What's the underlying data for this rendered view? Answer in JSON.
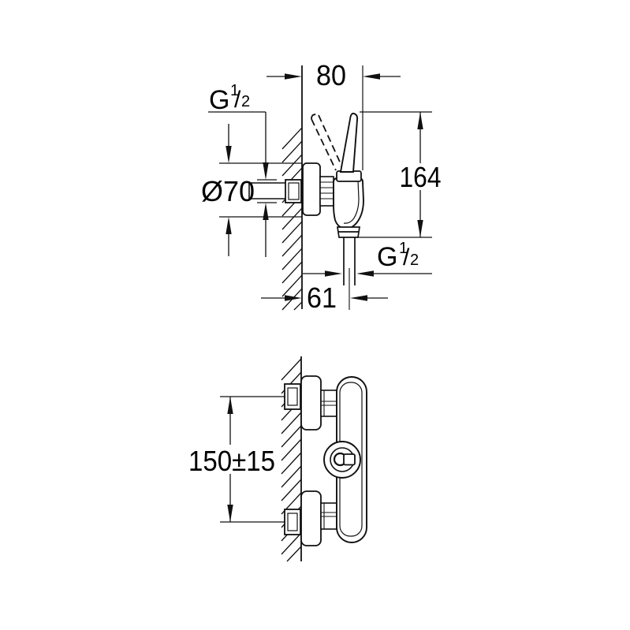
{
  "colors": {
    "line": "#111111",
    "background": "#ffffff"
  },
  "side_view": {
    "width_mm": "80",
    "height_mm": "164",
    "escutcheon_diameter": "Ø70",
    "outlet_offset_mm": "61",
    "inlet_thread": {
      "letter": "G",
      "numerator": "1",
      "denominator": "2"
    },
    "outlet_thread": {
      "letter": "G",
      "numerator": "1",
      "denominator": "2"
    }
  },
  "front_view": {
    "connection_spacing": "150±15"
  }
}
